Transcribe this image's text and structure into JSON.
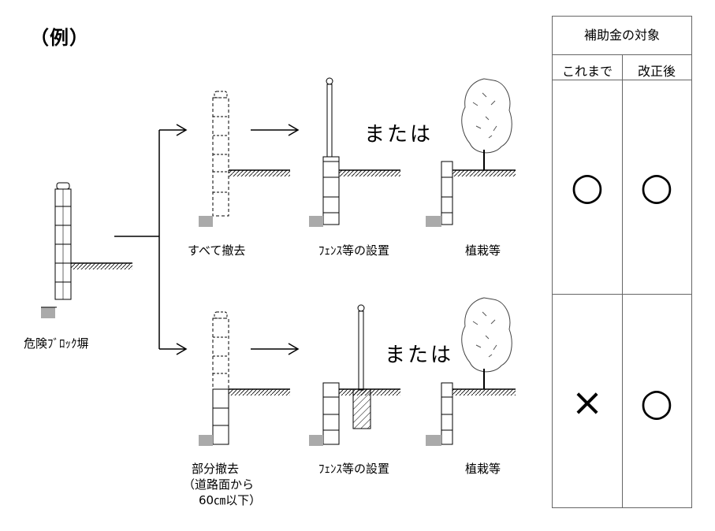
{
  "title": "（例）",
  "labels": {
    "dangerous_wall": "危険ﾌﾞﾛｯｸ塀",
    "remove_all": "すべて撤去",
    "remove_partial_1": "部分撤去",
    "remove_partial_2": "（道路面から",
    "remove_partial_3": "60㎝以下）",
    "fence_install": "ﾌｪﾝｽ等の設置",
    "planting": "植栽等",
    "or": "または"
  },
  "table": {
    "header": "補助金の対象",
    "col_before": "これまで",
    "col_after": "改正後",
    "row1_before": "○",
    "row1_after": "○",
    "row2_before": "×",
    "row2_after": "○"
  }
}
